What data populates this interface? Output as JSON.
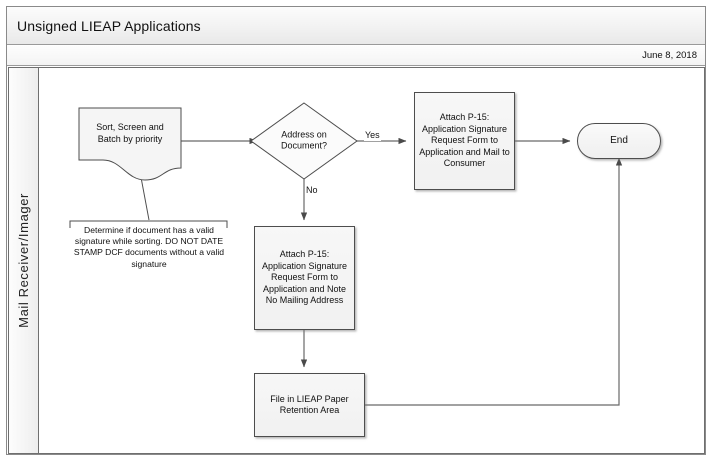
{
  "header": {
    "title": "Unsigned LIEAP Applications",
    "date": "June 8, 2018"
  },
  "swimlane": {
    "label": "Mail Receiver/Imager"
  },
  "flowchart": {
    "nodes": {
      "sort_screen": {
        "type": "document",
        "text": "Sort, Screen and\nBatch by priority",
        "line1": "Sort, Screen and",
        "line2": "Batch by priority"
      },
      "address_decision": {
        "type": "decision",
        "line1": "Address on",
        "line2": "Document?"
      },
      "attach_mail": {
        "type": "process",
        "text": "Attach P-15: Application Signature Request Form to Application and Mail to Consumer"
      },
      "attach_no_mail": {
        "type": "process",
        "text": "Attach P-15: Application Signature Request Form to Application and Note No Mailing Address"
      },
      "file_retention": {
        "type": "process",
        "text": "File in LIEAP Paper Retention Area"
      },
      "end": {
        "type": "terminator",
        "text": "End"
      }
    },
    "edge_labels": {
      "yes": "Yes",
      "no": "No"
    },
    "annotation": {
      "text": "Determine if document has a valid signature while sorting. DO NOT DATE STAMP DCF documents without a valid signature"
    }
  },
  "colors": {
    "shape_fill": "#f3f3f3",
    "shape_stroke": "#4d4d4d",
    "connector": "#595959",
    "frame_border": "#8a8a8a",
    "header_bg": "#f2f2f2"
  }
}
